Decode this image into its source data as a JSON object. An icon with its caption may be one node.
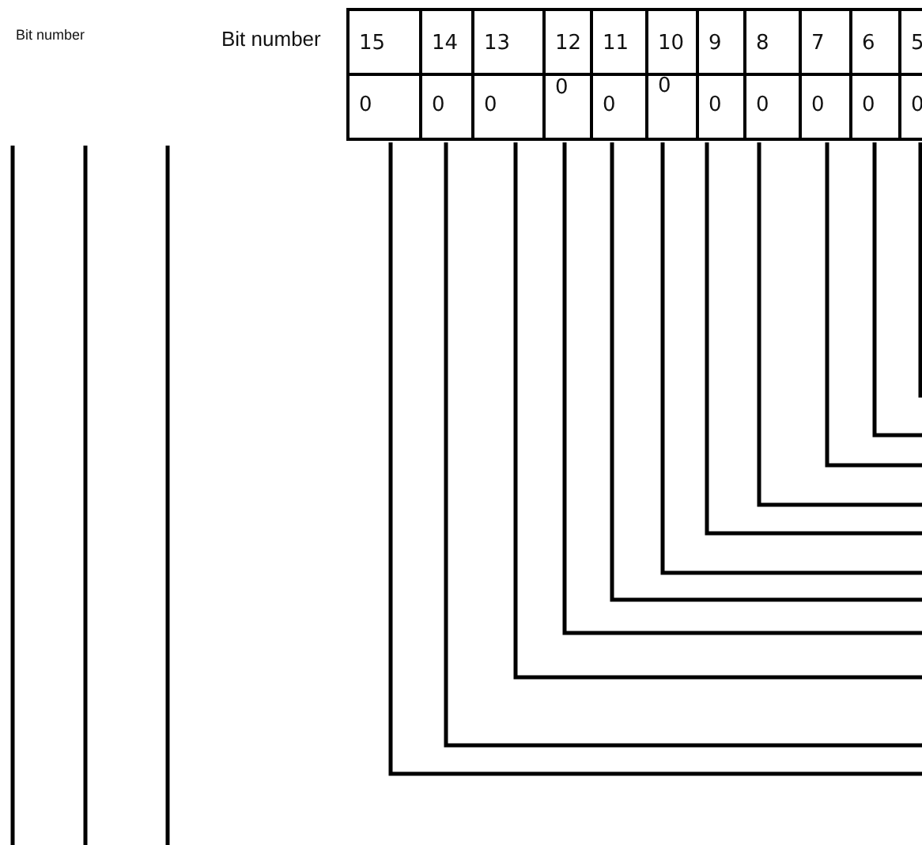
{
  "diagram": {
    "nodes": [
      {
        "text": [
          "15",
          "0"
        ]
      },
      {
        "text": [
          "14",
          "0"
        ]
      },
      {
        "text": [
          "13",
          "0"
        ]
      },
      {
        "text": [
          "12",
          "0"
        ]
      },
      {
        "text": [
          "11",
          "0"
        ]
      },
      {
        "text": [
          "10",
          "0"
        ]
      },
      {
        "text": [
          "9",
          "0"
        ]
      },
      {
        "text": [
          "8",
          "0"
        ]
      },
      {
        "text": [
          "7",
          "0"
        ]
      },
      {
        "text": [
          "6",
          "0"
        ]
      },
      {
        "text": [
          "5",
          "0"
        ]
      }
    ],
    "edges": [
      {
        "from": 0,
        "to": null,
        "arrow": "none"
      },
      {
        "from": 1,
        "to": null,
        "arrow": "none"
      },
      {
        "from": 2,
        "to": null,
        "arrow": "none"
      },
      {
        "from": 3,
        "to": null,
        "arrow": "none"
      },
      {
        "from": 4,
        "to": null,
        "arrow": "none"
      },
      {
        "from": 5,
        "to": null,
        "arrow": "none"
      },
      {
        "from": 6,
        "to": null,
        "arrow": "none"
      },
      {
        "from": 7,
        "to": null,
        "arrow": "none"
      },
      {
        "from": 8,
        "to": null,
        "arrow": "none"
      },
      {
        "from": 9,
        "to": null,
        "arrow": "none"
      },
      {
        "from": 10,
        "to": null,
        "arrow": "none"
      }
    ],
    "labels": [
      "Bit number",
      "Bit number"
    ]
  }
}
